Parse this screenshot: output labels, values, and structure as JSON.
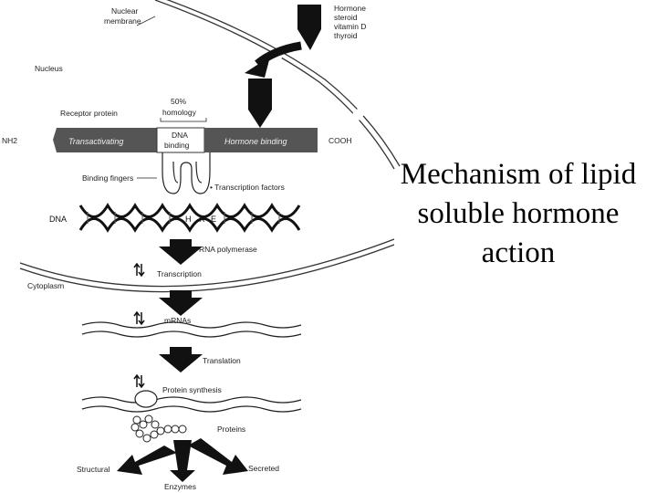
{
  "caption": {
    "line1": "Mechanism of lipid",
    "line2": "soluble hormone",
    "line3": "action"
  },
  "labels": {
    "nuclear_membrane_1": "Nuclear",
    "nuclear_membrane_2": "membrane",
    "hormone_1": "Hormone",
    "hormone_2": "steroid",
    "hormone_3": "vitamin D",
    "hormone_4": "thyroid",
    "nucleus": "Nucleus",
    "homology_1": "50%",
    "homology_2": "homology",
    "receptor_protein": "Receptor protein",
    "nh2": "NH2",
    "transactivating": "Transactivating",
    "dna_binding_1": "DNA",
    "dna_binding_2": "binding",
    "hormone_binding": "Hormone binding",
    "cooh": "COOH",
    "binding_fingers": "Binding fingers",
    "transcription_factors": "• Transcription factors",
    "dna": "DNA",
    "h": "H",
    "r": "R",
    "e": "E",
    "rna_polymerase": "RNA polymerase",
    "transcription": "Transcription",
    "cytoplasm": "Cytoplasm",
    "mrnas": "mRNAs",
    "translation": "Translation",
    "protein_synthesis": "Protein synthesis",
    "proteins": "Proteins",
    "structural": "Structural",
    "secreted": "Secreted",
    "enzymes": "Enzymes"
  }
}
